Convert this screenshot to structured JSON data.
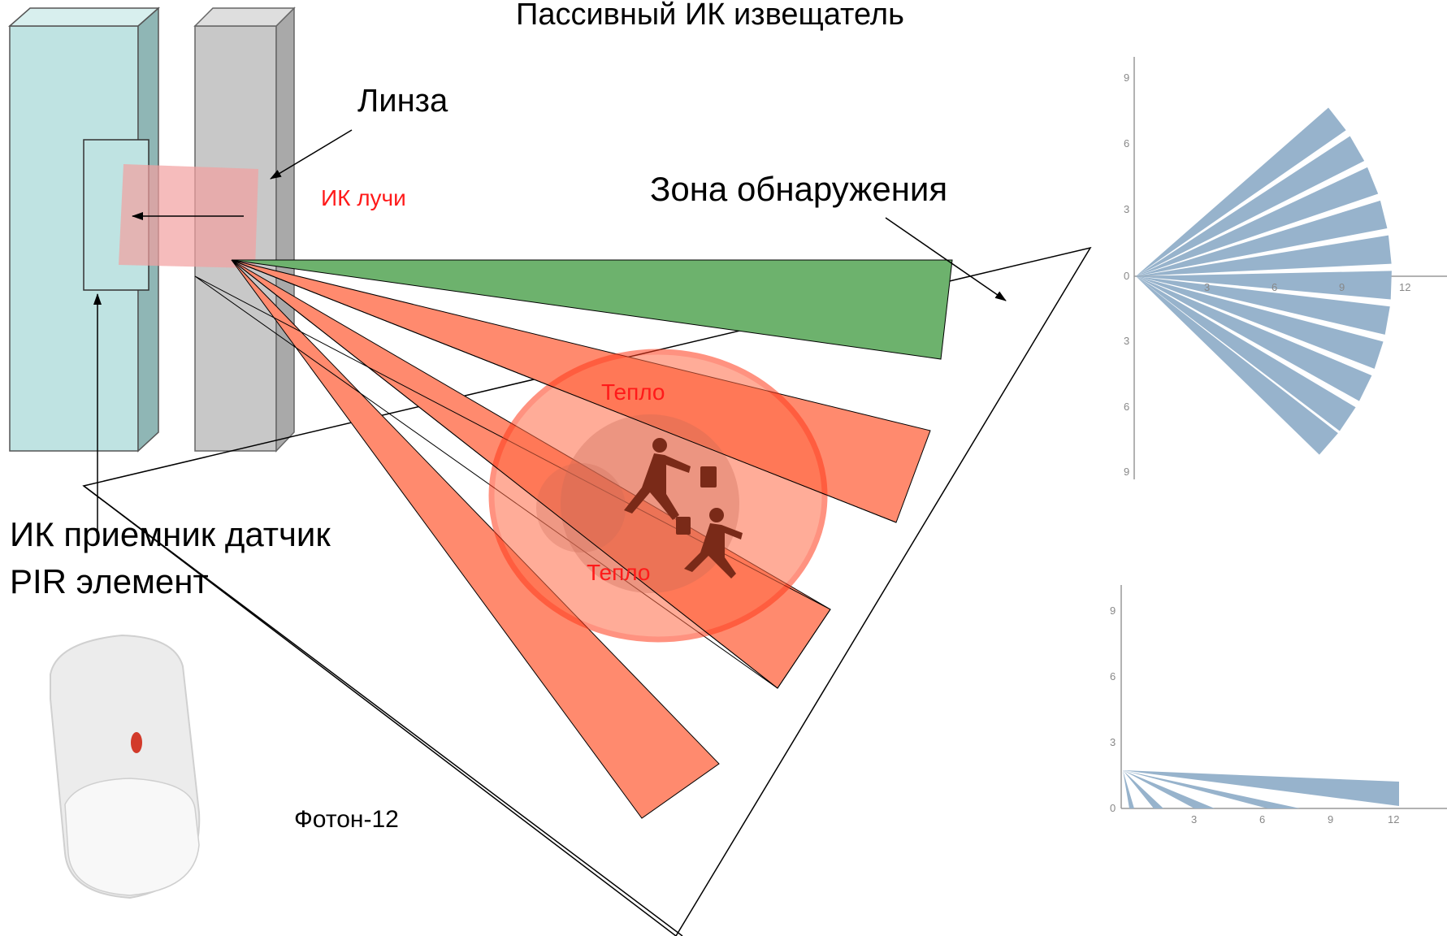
{
  "title": "Пассивный ИК извещатель",
  "labels": {
    "lens": "Линза",
    "ir_rays": "ИК лучи",
    "detection_zone": "Зона обнаружения",
    "heat_top": "Тепло",
    "heat_bottom": "Тепло",
    "receiver_line1": "ИК приемник датчик",
    "receiver_line2": "PIR элемент",
    "device_name": "Фотон-12"
  },
  "colors": {
    "housing": "#bfe3e2",
    "lens": "#c8c8c8",
    "beam_green": "#6db26d",
    "beam_red": "#ff8a6e",
    "heat_fill": "#ff6a45",
    "heat_ring": "#ff3a1a",
    "label_red": "#ff1a1a",
    "pattern": "#97b3cc"
  },
  "top_chart": {
    "x_ticks": [
      "0",
      "3",
      "6",
      "9",
      "12"
    ],
    "y_ticks_up": [
      "9",
      "6",
      "3"
    ],
    "y_ticks_down": [
      "3",
      "6",
      "9"
    ]
  },
  "bottom_chart": {
    "x_ticks": [
      "0",
      "3",
      "6",
      "9",
      "12"
    ],
    "y_ticks": [
      "9",
      "6",
      "3"
    ]
  }
}
